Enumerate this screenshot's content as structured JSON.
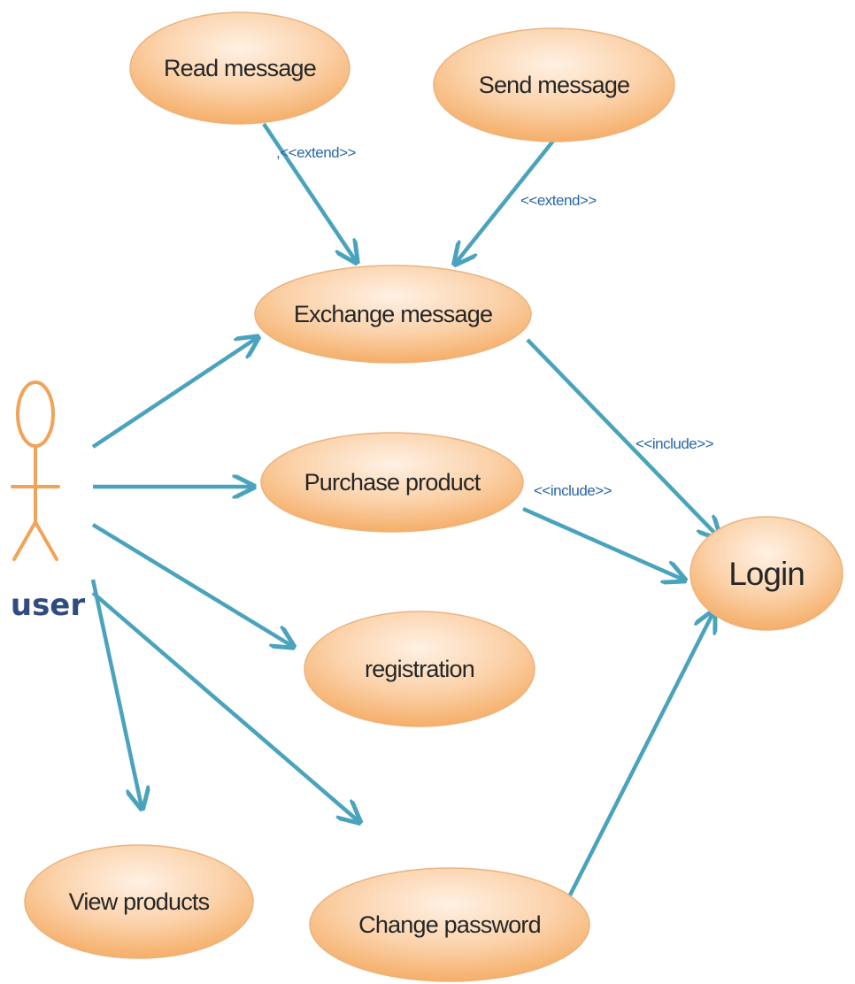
{
  "actor": {
    "label": "user"
  },
  "use_cases": {
    "read_message": "Read message",
    "send_message": "Send message",
    "exchange_message": "Exchange message",
    "purchase_product": "Purchase product",
    "registration": "registration",
    "login": "Login",
    "view_products": "View products",
    "change_password": "Change password"
  },
  "stereotypes": {
    "extend_read": ",<<extend>>",
    "extend_send": "<<extend>>",
    "include_exchange": "<<include>>",
    "include_purchase": "<<include>>"
  },
  "colors": {
    "use_case_fill_light": "#fde9d7",
    "use_case_fill_dark": "#f6b26b",
    "use_case_stroke": "#eab47f",
    "connector": "#4aa3bd",
    "actor_stroke": "#f0a45a",
    "actor_label": "#2f4b80",
    "stereotype_text": "#2a66a8"
  }
}
